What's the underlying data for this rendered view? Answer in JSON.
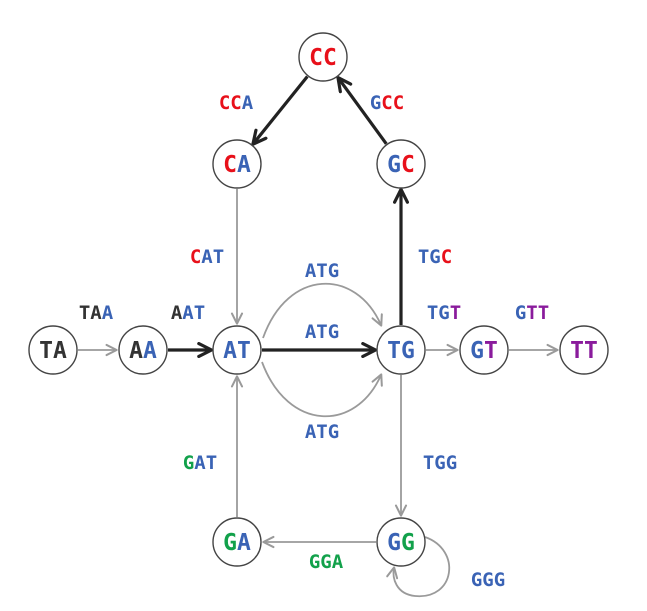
{
  "colors": {
    "A": "#3a63b5",
    "C": "#e8101a",
    "G": "#12a14b",
    "T": "#8a1b9c",
    "dark": "#333333",
    "edge_gray": "#9a9a9a",
    "edge_dark": "#222222"
  },
  "nodes": [
    {
      "id": "CC",
      "chars": [
        {
          "c": "C",
          "color": "C"
        },
        {
          "c": "C",
          "color": "C"
        }
      ]
    },
    {
      "id": "CA",
      "chars": [
        {
          "c": "C",
          "color": "C"
        },
        {
          "c": "A",
          "color": "A"
        }
      ]
    },
    {
      "id": "GC",
      "chars": [
        {
          "c": "G",
          "color": "A"
        },
        {
          "c": "C",
          "color": "C"
        }
      ]
    },
    {
      "id": "TA",
      "chars": [
        {
          "c": "T",
          "color": "dark"
        },
        {
          "c": "A",
          "color": "dark"
        }
      ]
    },
    {
      "id": "AA",
      "chars": [
        {
          "c": "A",
          "color": "dark"
        },
        {
          "c": "A",
          "color": "A"
        }
      ]
    },
    {
      "id": "AT",
      "chars": [
        {
          "c": "A",
          "color": "A"
        },
        {
          "c": "T",
          "color": "A"
        }
      ]
    },
    {
      "id": "TG",
      "chars": [
        {
          "c": "T",
          "color": "A"
        },
        {
          "c": "G",
          "color": "A"
        }
      ]
    },
    {
      "id": "GT",
      "chars": [
        {
          "c": "G",
          "color": "A"
        },
        {
          "c": "T",
          "color": "T"
        }
      ]
    },
    {
      "id": "TT",
      "chars": [
        {
          "c": "T",
          "color": "T"
        },
        {
          "c": "T",
          "color": "T"
        }
      ]
    },
    {
      "id": "GA",
      "chars": [
        {
          "c": "G",
          "color": "G"
        },
        {
          "c": "A",
          "color": "A"
        }
      ]
    },
    {
      "id": "GG",
      "chars": [
        {
          "c": "G",
          "color": "A"
        },
        {
          "c": "G",
          "color": "G"
        }
      ]
    }
  ],
  "edges": [
    {
      "from": "CC",
      "to": "CA",
      "label": [
        {
          "c": "CC",
          "color": "C"
        },
        {
          "c": "A",
          "color": "A"
        }
      ],
      "style": "dark"
    },
    {
      "from": "GC",
      "to": "CC",
      "label": [
        {
          "c": "G",
          "color": "A"
        },
        {
          "c": "CC",
          "color": "C"
        }
      ],
      "style": "dark"
    },
    {
      "from": "CA",
      "to": "AT",
      "label": [
        {
          "c": "C",
          "color": "C"
        },
        {
          "c": "AT",
          "color": "A"
        }
      ],
      "style": "gray"
    },
    {
      "from": "TG",
      "to": "GC",
      "label": [
        {
          "c": "TG",
          "color": "A"
        },
        {
          "c": "C",
          "color": "C"
        }
      ],
      "style": "dark"
    },
    {
      "from": "TA",
      "to": "AA",
      "label": [
        {
          "c": "TA",
          "color": "dark"
        },
        {
          "c": "A",
          "color": "A"
        }
      ],
      "style": "gray"
    },
    {
      "from": "AA",
      "to": "AT",
      "label": [
        {
          "c": "A",
          "color": "dark"
        },
        {
          "c": "AT",
          "color": "A"
        }
      ],
      "style": "dark"
    },
    {
      "from": "AT",
      "to": "TG",
      "label": [
        {
          "c": "ATG",
          "color": "A"
        }
      ],
      "style": "dark",
      "kind": "straight"
    },
    {
      "from": "AT",
      "to": "TG",
      "label": [
        {
          "c": "ATG",
          "color": "A"
        }
      ],
      "style": "gray",
      "kind": "arc-top"
    },
    {
      "from": "AT",
      "to": "TG",
      "label": [
        {
          "c": "ATG",
          "color": "A"
        }
      ],
      "style": "gray",
      "kind": "arc-bottom"
    },
    {
      "from": "TG",
      "to": "GT",
      "label": [
        {
          "c": "TG",
          "color": "A"
        },
        {
          "c": "T",
          "color": "T"
        }
      ],
      "style": "gray"
    },
    {
      "from": "GT",
      "to": "TT",
      "label": [
        {
          "c": "G",
          "color": "A"
        },
        {
          "c": "TT",
          "color": "T"
        }
      ],
      "style": "gray"
    },
    {
      "from": "TG",
      "to": "GG",
      "label": [
        {
          "c": "TGG",
          "color": "A"
        }
      ],
      "style": "gray"
    },
    {
      "from": "GG",
      "to": "GA",
      "label": [
        {
          "c": "GGA",
          "color": "G"
        }
      ],
      "style": "gray"
    },
    {
      "from": "GA",
      "to": "AT",
      "label": [
        {
          "c": "G",
          "color": "G"
        },
        {
          "c": "AT",
          "color": "A"
        }
      ],
      "style": "gray"
    },
    {
      "from": "GG",
      "to": "GG",
      "label": [
        {
          "c": "GGG",
          "color": "A"
        }
      ],
      "style": "gray",
      "kind": "self-loop"
    }
  ]
}
